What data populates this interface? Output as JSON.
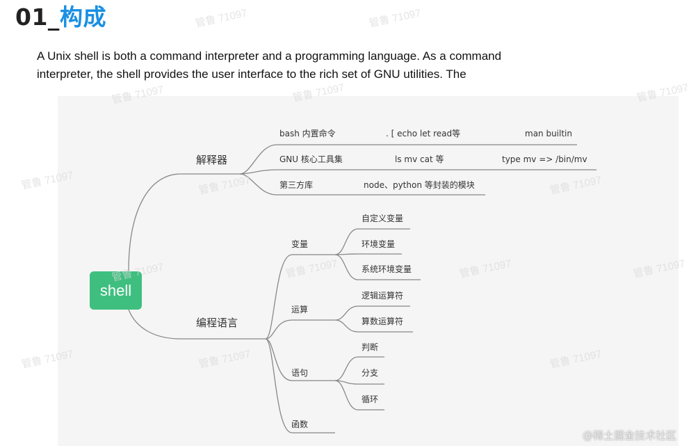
{
  "heading": {
    "number": "01_",
    "title": "构成"
  },
  "intro": {
    "line1": "A Unix shell is both a command interpreter and a programming language. As a command",
    "line2": "interpreter, the shell provides the user interface to the rich set of GNU utilities. The"
  },
  "mindmap": {
    "root": "shell",
    "interpreter": {
      "label": "解释器",
      "items": [
        {
          "name": "bash 内置命令",
          "example": ".  [  echo  let  read等",
          "note": "man builtin"
        },
        {
          "name": "GNU 核心工具集",
          "example": "ls  mv  cat 等",
          "note": "type mv =>  /bin/mv"
        },
        {
          "name": "第三方库",
          "example": "node、python 等封装的模块"
        }
      ]
    },
    "language": {
      "label": "编程语言",
      "groups": [
        {
          "label": "变量",
          "items": [
            "自定义变量",
            "环境变量",
            "系统环境变量"
          ]
        },
        {
          "label": "运算",
          "items": [
            "逻辑运算符",
            "算数运算符"
          ]
        },
        {
          "label": "语句",
          "items": [
            "判断",
            "分支",
            "循环"
          ]
        },
        {
          "label": "函数",
          "items": []
        }
      ]
    }
  },
  "watermark": {
    "text": "管鲁 71097",
    "site": "@稀土掘金技术社区"
  }
}
